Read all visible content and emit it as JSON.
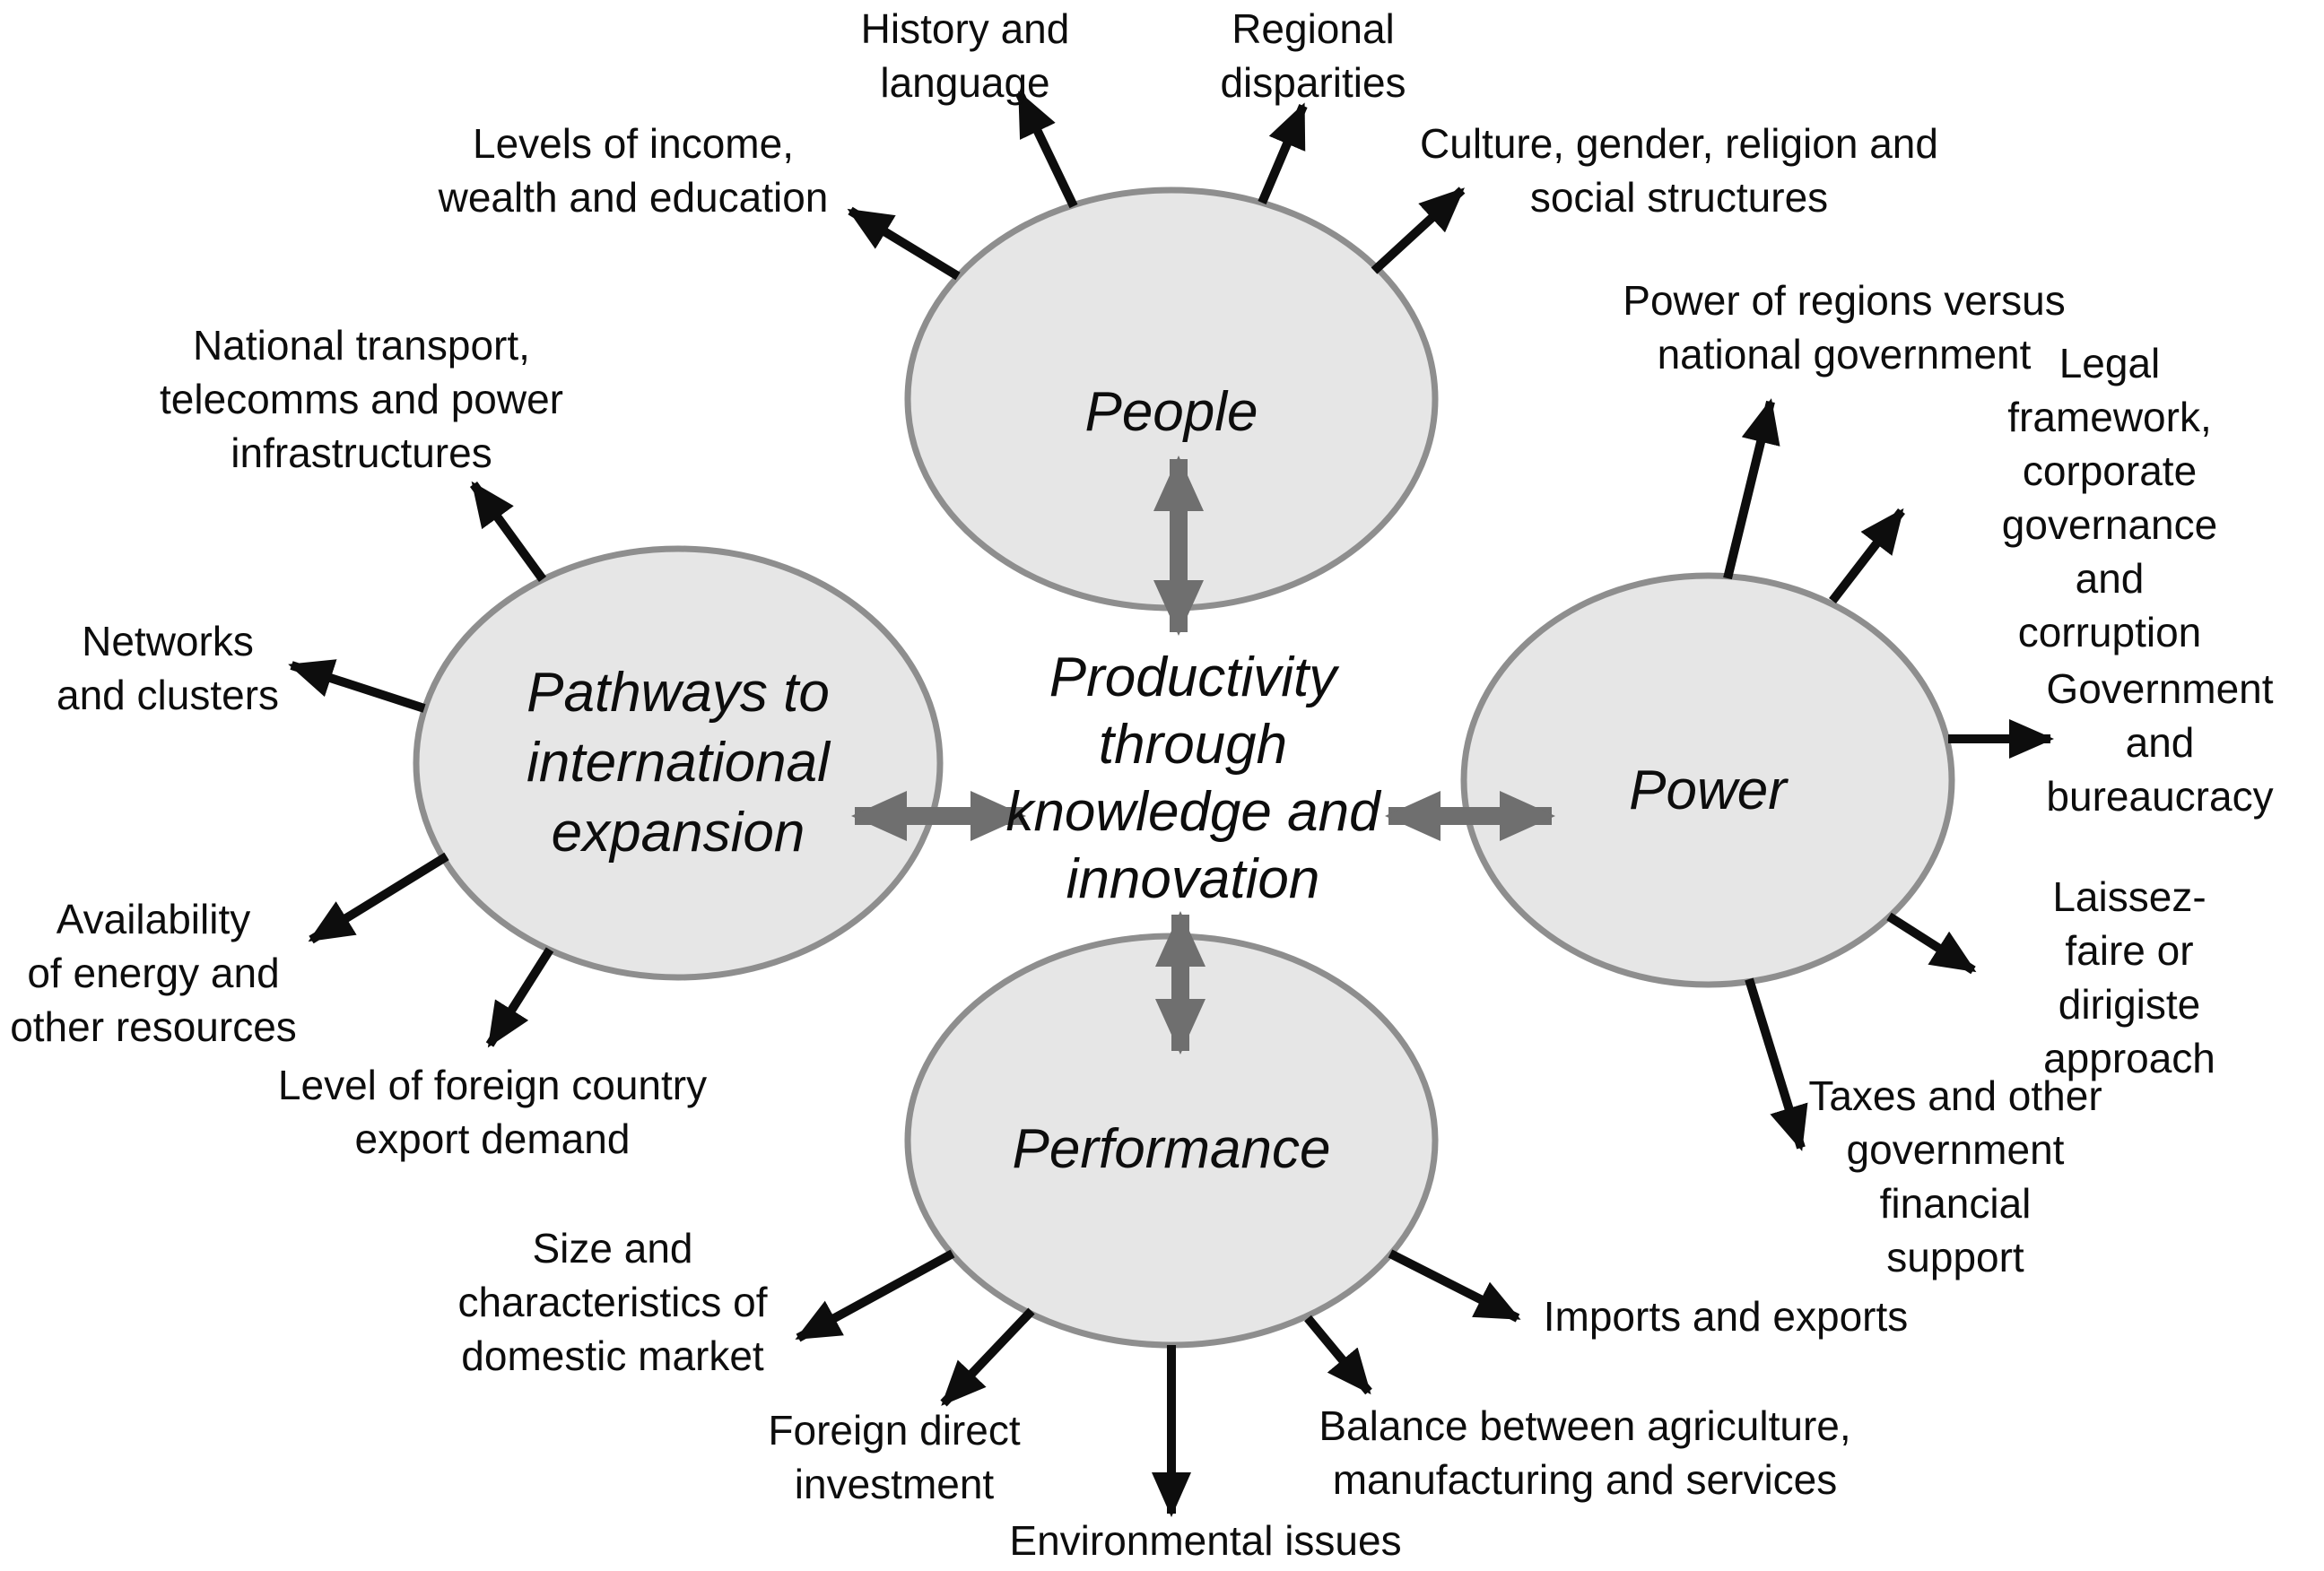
{
  "figure": {
    "colors": {
      "background": "#ffffff",
      "text_color": "#0d0d0d",
      "ellipse_fill": "#e6e6e6",
      "ellipse_stroke": "#8e8e8e",
      "connector_gray": "#6f6f6f",
      "arrow_black": "#0d0d0d"
    },
    "center": {
      "text": "Productivity\nthrough\nknowledge and\ninnovation"
    },
    "nodes": {
      "people": {
        "title": "People",
        "factors": {
          "history_language": {
            "text": "History and\nlanguage"
          },
          "regional_disparities": {
            "text": "Regional\ndisparities"
          },
          "levels_income": {
            "text": "Levels of income,\nwealth and education"
          },
          "culture_gender": {
            "text": "Culture, gender, religion and\nsocial structures"
          }
        }
      },
      "pathways": {
        "title": "Pathways to\ninternational\nexpansion",
        "factors": {
          "national_transport": {
            "text": "National transport,\ntelecomms and power\ninfrastructures"
          },
          "networks_clusters": {
            "text": "Networks\nand clusters"
          },
          "availability_energy": {
            "text": "Availability\nof energy and\nother resources"
          },
          "level_foreign_export": {
            "text": "Level of foreign country\nexport demand"
          }
        }
      },
      "power": {
        "title": "Power",
        "factors": {
          "power_regions": {
            "text": "Power of regions versus\nnational government"
          },
          "legal_framework": {
            "text": "Legal framework,\ncorporate governance\nand corruption"
          },
          "government_bureaucracy": {
            "text": "Government\nand\nbureaucracy"
          },
          "laissez_faire": {
            "text": "Laissez-faire or\ndirigiste approach"
          },
          "taxes_support": {
            "text": "Taxes and other\ngovernment financial\nsupport"
          }
        }
      },
      "performance": {
        "title": "Performance",
        "factors": {
          "size_domestic": {
            "text": "Size and\ncharacteristics of\ndomestic market"
          },
          "foreign_direct": {
            "text": "Foreign direct\ninvestment"
          },
          "environmental": {
            "text": "Environmental issues"
          },
          "balance_sectors": {
            "text": "Balance between agriculture,\nmanufacturing and services"
          },
          "imports_exports": {
            "text": "Imports and exports"
          }
        }
      }
    }
  }
}
